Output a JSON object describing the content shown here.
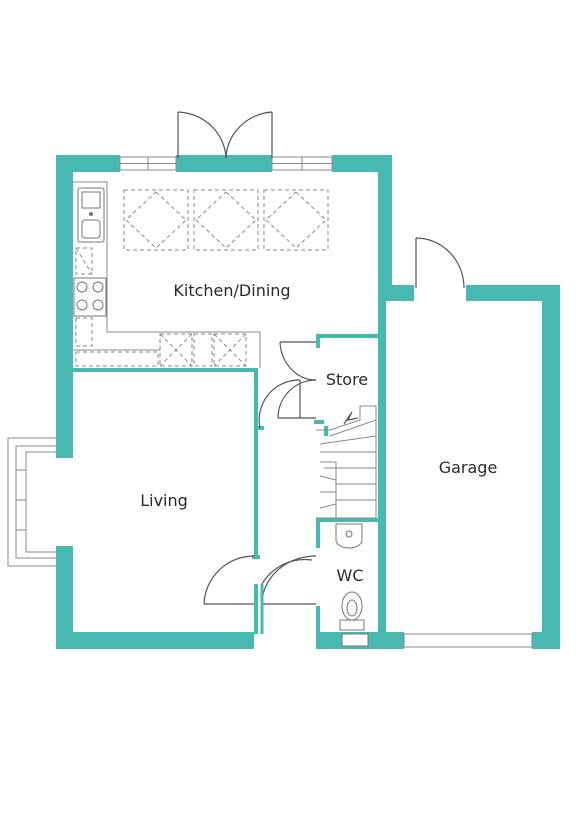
{
  "colors": {
    "wall": "#48b9b0",
    "line": "#8a8a8a",
    "text": "#2a2a2a"
  },
  "rooms": {
    "kitchen_dining": "Kitchen/Dining",
    "store": "Store",
    "living": "Living",
    "garage": "Garage",
    "wc": "WC"
  },
  "icons": [
    "sink-icon",
    "hob-icon",
    "toilet-icon",
    "basin-icon",
    "staircase-icon"
  ]
}
